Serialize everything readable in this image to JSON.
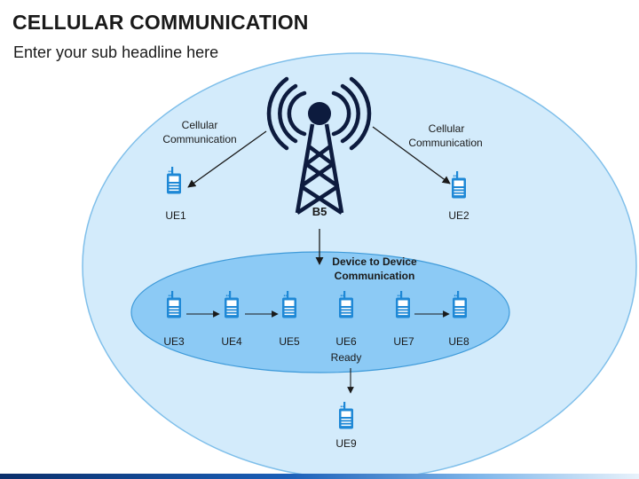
{
  "header": {
    "title": "CELLULAR COMMUNICATION",
    "subtitle": "Enter your sub headline here"
  },
  "diagram": {
    "tower_label": "B5",
    "cellular_left_line1": "Cellular",
    "cellular_left_line2": "Communication",
    "cellular_right_line1": "Cellular",
    "cellular_right_line2": "Communication",
    "d2d_line1": "Device to Device",
    "d2d_line2": "Communication",
    "devices": {
      "ue1": "UE1",
      "ue2": "UE2",
      "ue3": "UE3",
      "ue4": "UE4",
      "ue5": "UE5",
      "ue6": "UE6",
      "ue7": "UE7",
      "ue8": "UE8",
      "ue9": "UE9"
    },
    "ue6_status": "Ready"
  },
  "colors": {
    "outer_ellipse_fill": "#d3ebfb",
    "inner_ellipse_fill": "#8ccaf5",
    "device_blue": "#1e88d6",
    "tower_navy": "#0d1b3e"
  }
}
